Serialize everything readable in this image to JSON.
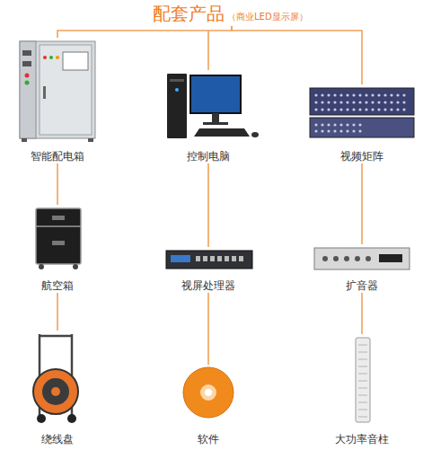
{
  "diagram": {
    "nodes": [
      {
        "text": [
          "配套产品",
          "（商业LED显示屏）"
        ]
      },
      {
        "text": [
          "智能配电箱"
        ]
      },
      {
        "text": [
          "控制电脑"
        ]
      },
      {
        "text": [
          "视频矩阵"
        ]
      },
      {
        "text": [
          "航空箱"
        ]
      },
      {
        "text": [
          "视屏处理器"
        ]
      },
      {
        "text": [
          "扩音器"
        ]
      },
      {
        "text": [
          "绕线盘"
        ]
      },
      {
        "text": [
          "软件"
        ]
      },
      {
        "text": [
          "大功率音柱"
        ]
      }
    ],
    "edges": [
      {
        "from": 0,
        "to": 1,
        "arrow": "none"
      },
      {
        "from": 0,
        "to": 2,
        "arrow": "none"
      },
      {
        "from": 0,
        "to": 3,
        "arrow": "none"
      },
      {
        "from": 1,
        "to": 4,
        "arrow": "none"
      },
      {
        "from": 4,
        "to": 7,
        "arrow": "none"
      },
      {
        "from": 2,
        "to": 5,
        "arrow": "none"
      },
      {
        "from": 5,
        "to": 8,
        "arrow": "none"
      },
      {
        "from": 3,
        "to": 6,
        "arrow": "none"
      },
      {
        "from": 6,
        "to": 9,
        "arrow": "none"
      }
    ]
  }
}
